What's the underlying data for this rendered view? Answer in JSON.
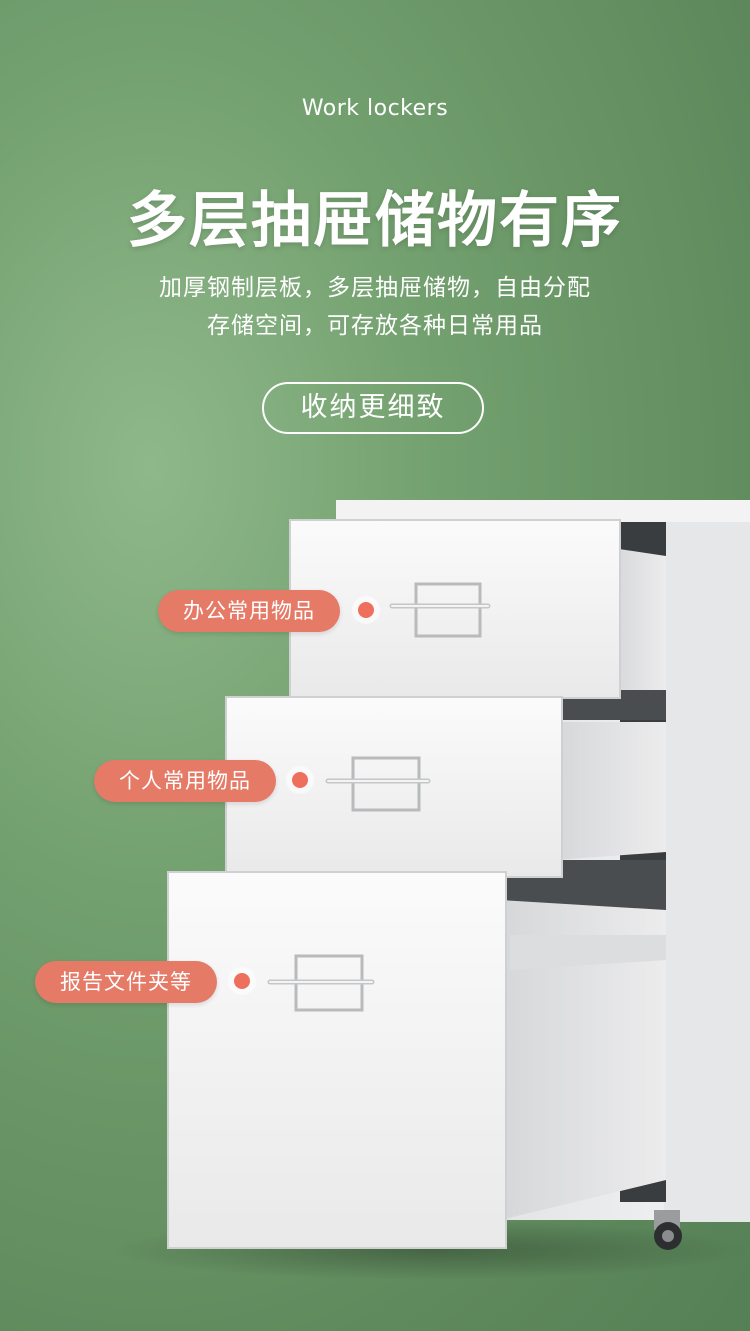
{
  "header": {
    "subtitle_en": "Work lockers",
    "headline": "多层抽屉储物有序",
    "desc_line1": "加厚钢制层板，多层抽屉储物，自由分配",
    "desc_line2": "存储空间，可存放各种日常用品",
    "pill_label": "收纳更细致"
  },
  "labels": {
    "drawer_top": "办公常用物品",
    "drawer_middle": "个人常用物品",
    "drawer_bottom": "报告文件夹等"
  },
  "colors": {
    "background": "#6f9a6b",
    "tag": "#e57a66",
    "cabinet": "#eeeeef"
  }
}
